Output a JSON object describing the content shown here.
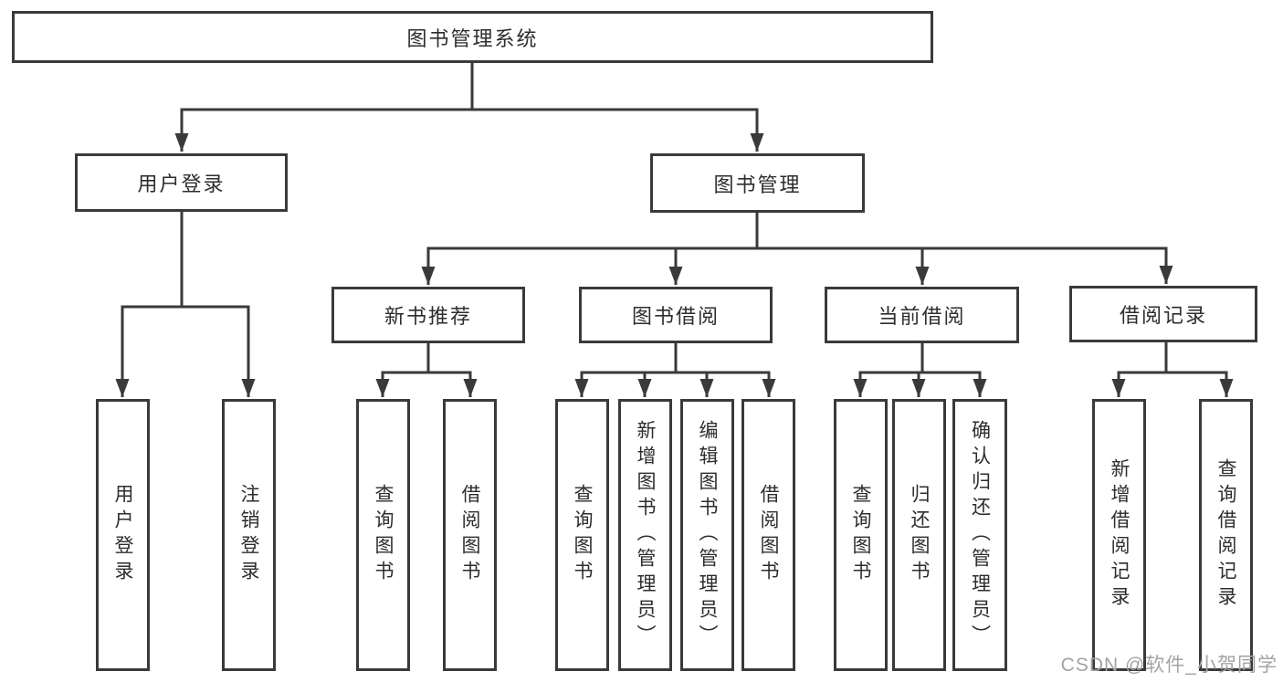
{
  "tree": {
    "root": {
      "label": "图书管理系统"
    },
    "branches": [
      {
        "label": "用户登录",
        "children": [
          {
            "label": "用户登录"
          },
          {
            "label": "注销登录"
          }
        ]
      },
      {
        "label": "图书管理",
        "children": [
          {
            "label": "新书推荐",
            "children": [
              {
                "label": "查询图书"
              },
              {
                "label": "借阅图书"
              }
            ]
          },
          {
            "label": "图书借阅",
            "children": [
              {
                "label": "查询图书"
              },
              {
                "label": "新增图书（管理员）"
              },
              {
                "label": "编辑图书（管理员）"
              },
              {
                "label": "借阅图书"
              }
            ]
          },
          {
            "label": "当前借阅",
            "children": [
              {
                "label": "查询图书"
              },
              {
                "label": "归还图书"
              },
              {
                "label": "确认归还（管理员）"
              }
            ]
          },
          {
            "label": "借阅记录",
            "children": [
              {
                "label": "新增借阅记录"
              },
              {
                "label": "查询借阅记录"
              }
            ]
          }
        ]
      }
    ]
  },
  "watermark": "CSDN @软件_小贺同学",
  "colors": {
    "line": "#3a3a3a",
    "text": "#2d2d2d",
    "watermark": "#a3a3a3",
    "background": "#ffffff"
  }
}
